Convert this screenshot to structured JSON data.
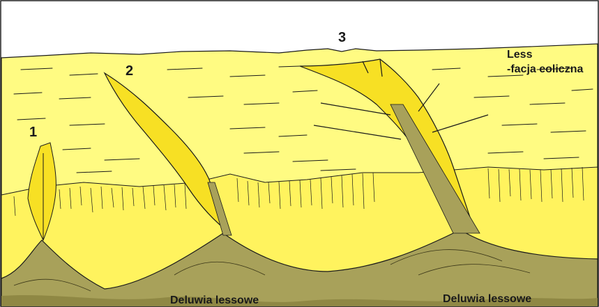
{
  "labels": {
    "gully_1": "1",
    "gully_2": "2",
    "gully_3": "3",
    "loess_line1": "Less",
    "loess_line2": "-facja eoliczna",
    "colluvium_left": "Deluwia lessowe",
    "colluvium_right": "Deluwia lessowe"
  },
  "colors": {
    "loess": "#fffb82",
    "slope_face": "#fff35e",
    "gully_fill": "#f7e024",
    "colluvium": "#a8a15a",
    "colluvium_dark": "#8f8844",
    "outline": "#1a1a1a"
  }
}
